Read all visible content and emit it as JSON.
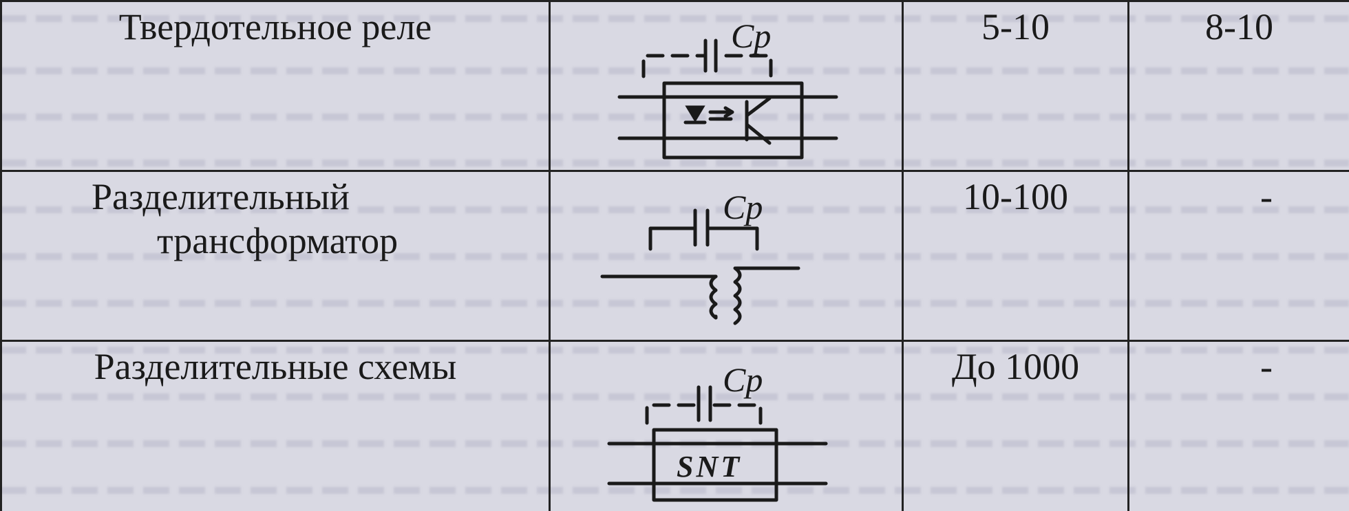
{
  "rows": [
    {
      "name": "Твердотельное реле",
      "name_line2": "",
      "value_a": "5-10",
      "value_b": "8-10",
      "capacitor_label": "Cp",
      "device_label": ""
    },
    {
      "name": "Разделительный",
      "name_line2": "трансформатор",
      "value_a": "10-100",
      "value_b": "-",
      "capacitor_label": "Cp",
      "device_label": ""
    },
    {
      "name": "Разделительные схемы",
      "name_line2": "",
      "value_a": "До 1000",
      "value_b": "-",
      "capacitor_label": "Cp",
      "device_label": "SNT"
    }
  ]
}
